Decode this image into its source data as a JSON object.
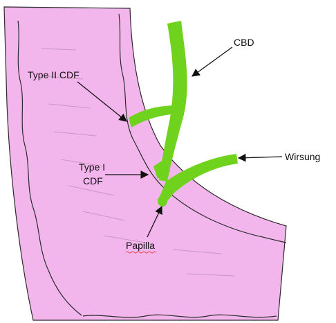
{
  "labels": {
    "cbd": "CBD",
    "type2_cdf": "Type II CDF",
    "type1_cdf_line1": "Type I",
    "type1_cdf_line2": "CDF",
    "wirsung": "Wirsung",
    "papilla": "Papilla"
  },
  "colors": {
    "duodenum_fill": "#f2b6ec",
    "wall_line": "#2b2b2b",
    "duct_green": "#6fd21d",
    "arrow": "#111111",
    "spellcheck_underline": "#e04a4a"
  }
}
